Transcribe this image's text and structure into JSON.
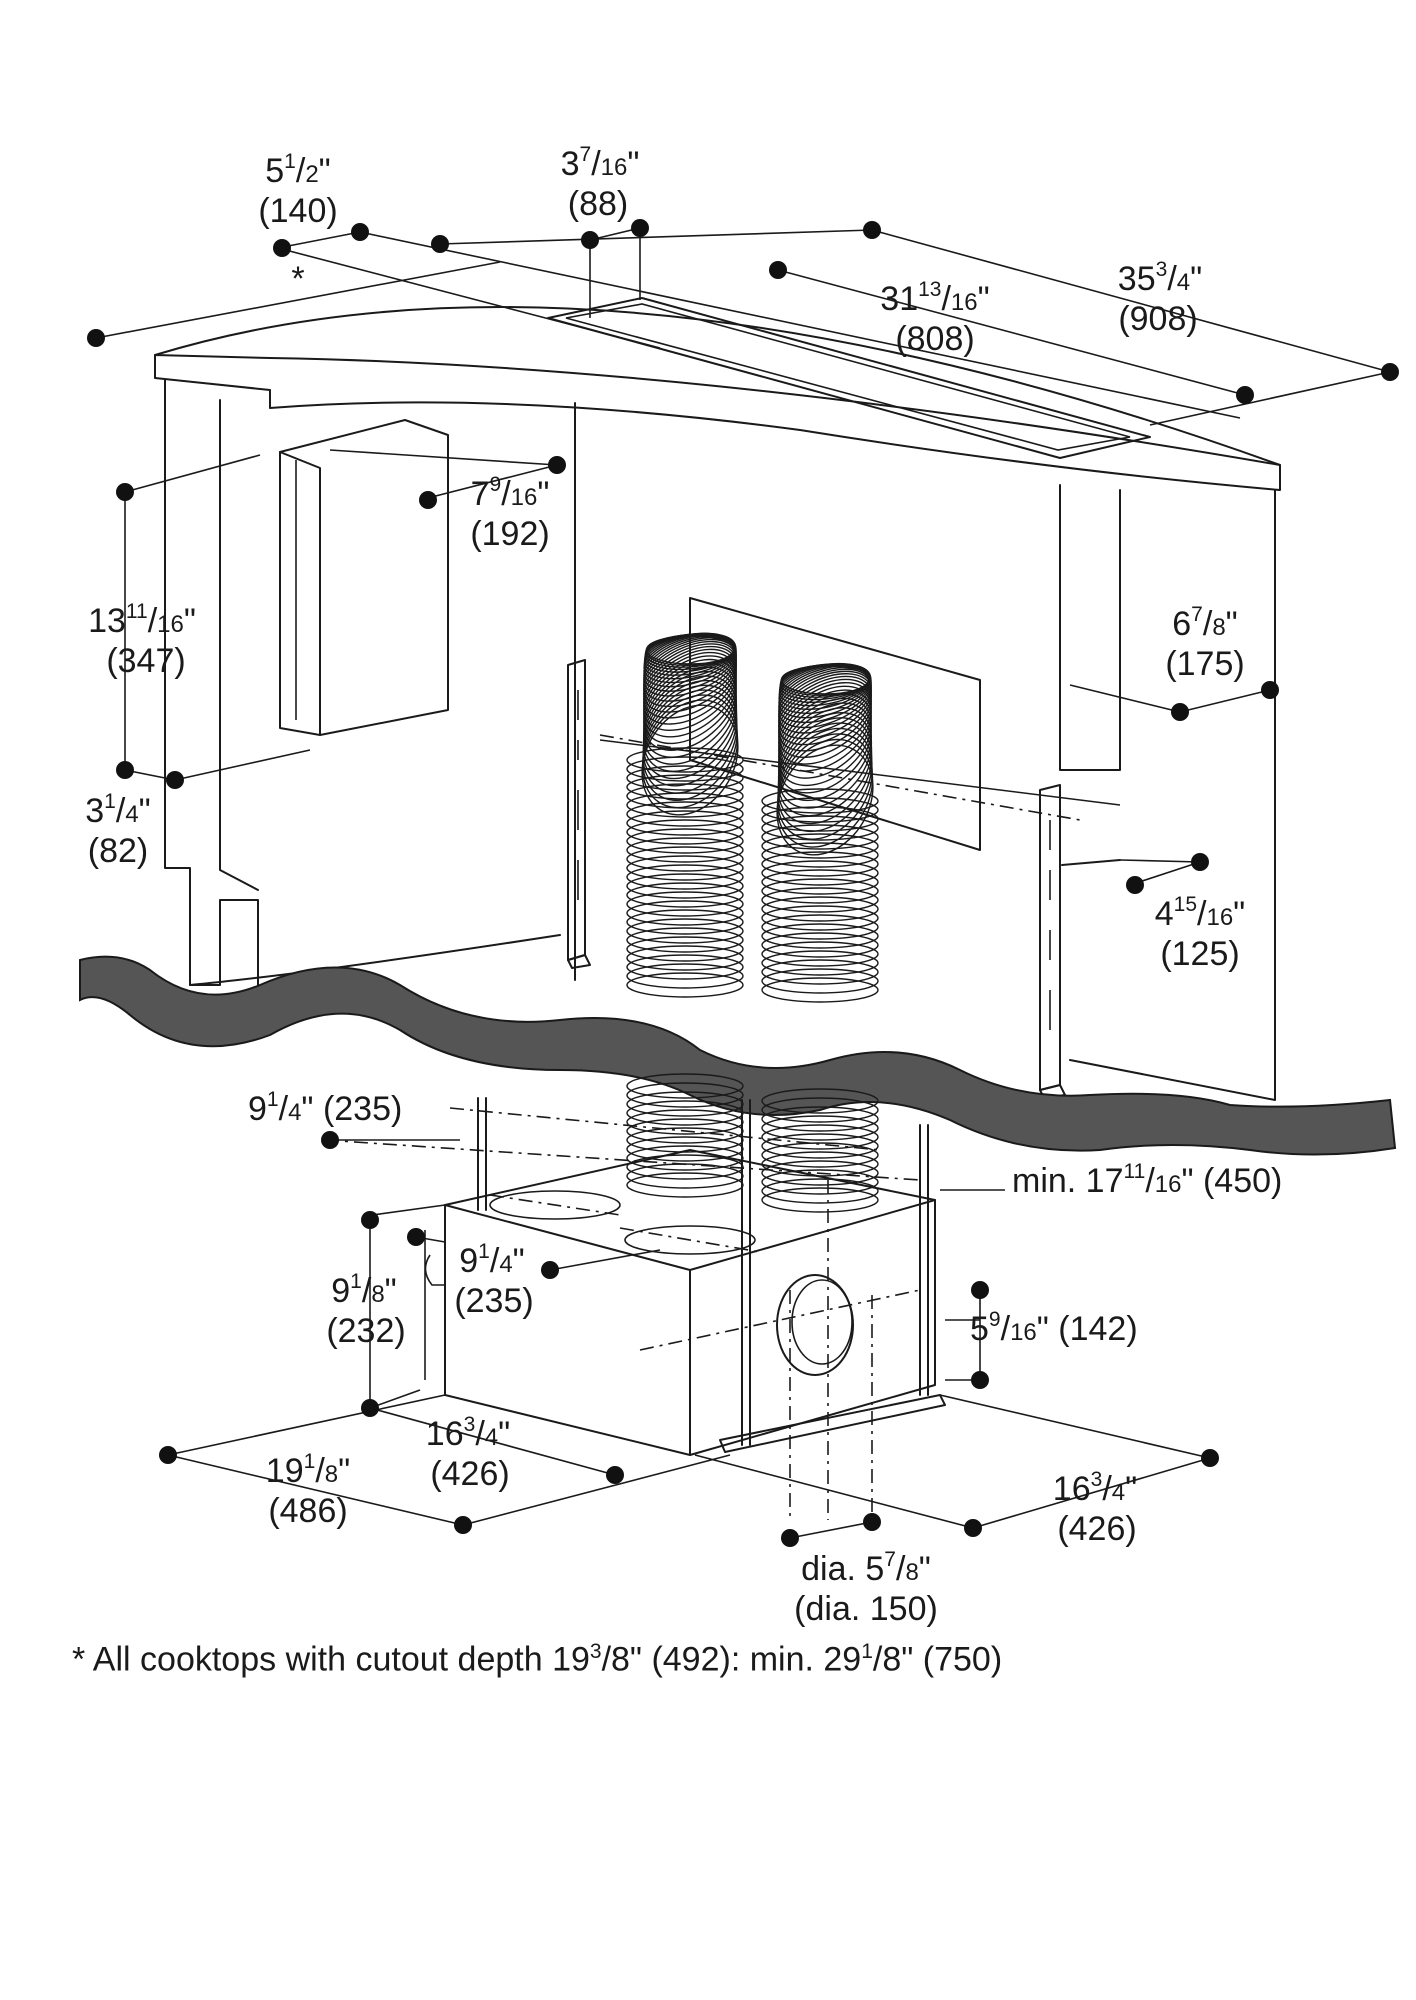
{
  "diagram": {
    "dimensions": {
      "d1": {
        "frac": "5",
        "sup": "1",
        "sub": "2",
        "mm": "(140)"
      },
      "d2": {
        "frac": "3",
        "sup": "7",
        "sub": "16",
        "mm": "(88)"
      },
      "d3": {
        "frac": "31",
        "sup": "13",
        "sub": "16",
        "mm": "(808)"
      },
      "d4": {
        "frac": "35",
        "sup": "3",
        "sub": "4",
        "mm": "(908)"
      },
      "d5": {
        "frac": "7",
        "sup": "9",
        "sub": "16",
        "mm": "(192)"
      },
      "d6": {
        "frac": "13",
        "sup": "11",
        "sub": "16",
        "mm": "(347)"
      },
      "d7": {
        "frac": "3",
        "sup": "1",
        "sub": "4",
        "mm": "(82)"
      },
      "d8": {
        "frac": "6",
        "sup": "7",
        "sub": "8",
        "mm": "(175)"
      },
      "d9": {
        "frac": "4",
        "sup": "15",
        "sub": "16",
        "mm": "(125)"
      },
      "d10": {
        "frac": "9",
        "sup": "1",
        "sub": "4",
        "mm": "(235)"
      },
      "d11": {
        "prefix": "min. 17",
        "sup": "11",
        "sub": "16",
        "mm": "(450)"
      },
      "d12": {
        "frac": "9",
        "sup": "1",
        "sub": "4",
        "mm": "(235)"
      },
      "d13": {
        "frac": "9",
        "sup": "1",
        "sub": "8",
        "mm": "(232)"
      },
      "d14": {
        "frac": "5",
        "sup": "9",
        "sub": "16",
        "mm": "(142)"
      },
      "d15": {
        "frac": "16",
        "sup": "3",
        "sub": "4",
        "mm": "(426)"
      },
      "d16": {
        "frac": "19",
        "sup": "1",
        "sub": "8",
        "mm": "(486)"
      },
      "d17": {
        "frac": "16",
        "sup": "3",
        "sub": "4",
        "mm": "(426)"
      },
      "d18": {
        "prefix": "dia. 5",
        "sup": "7",
        "sub": "8",
        "mm": "(dia. 150)"
      }
    },
    "asterisk": "*",
    "footnote": {
      "part1": "* All cooktops with cutout depth 19",
      "sup1": "3",
      "sub1": "/8\" (492): min. 29",
      "sup2": "1",
      "sub2": "/8\" (750)"
    }
  }
}
